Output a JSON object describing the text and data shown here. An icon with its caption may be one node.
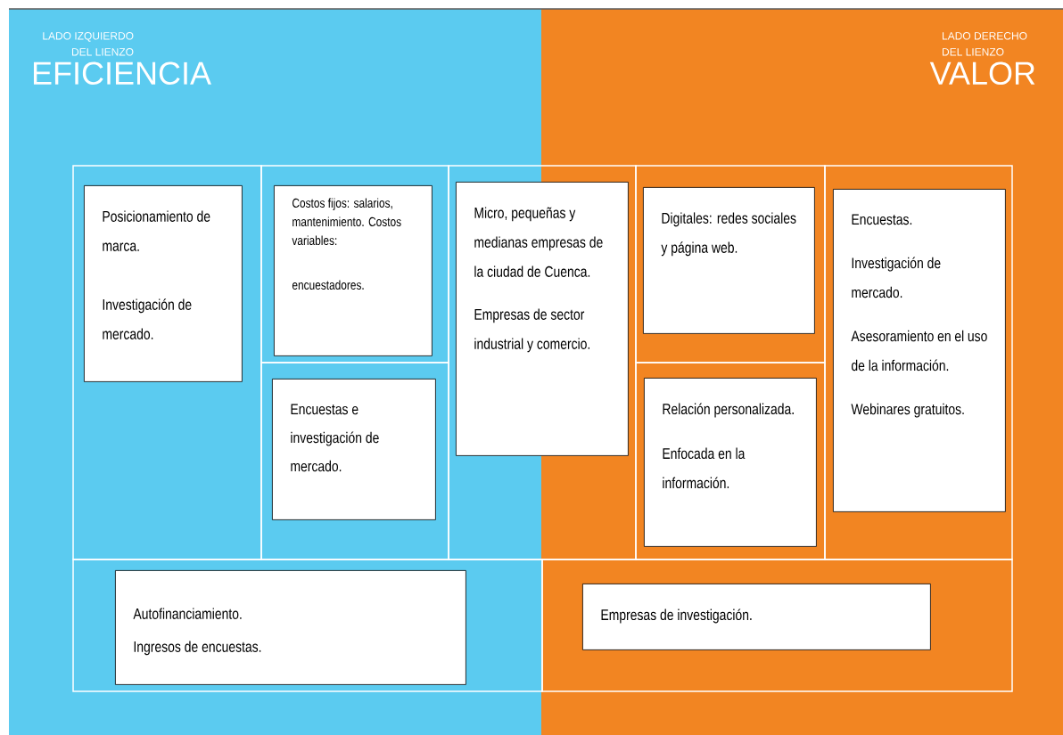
{
  "diagram": {
    "nodes": [
      {
        "text": [
          "LADO IZQUIERDO DEL LIENZO",
          "EFICIENCIA"
        ]
      },
      {
        "text": [
          "LADO DERECHO DEL LIENZO",
          "VALOR"
        ]
      },
      {
        "text": [],
        "shape": "box",
        "in": 0
      },
      {
        "text": [
          "Posicionamiento de marca.",
          "Investigación de mercado."
        ],
        "in": 2
      },
      {
        "text": [],
        "shape": "box",
        "in": 0
      },
      {
        "text": [
          "Costos fijos: salarios, mantenimiento. Costos variables:",
          "encuestadores."
        ],
        "in": 4
      },
      {
        "text": [],
        "shape": "box",
        "in": 0
      },
      {
        "text": [
          "Encuestas e investigación de mercado."
        ],
        "in": 6
      },
      {
        "text": [],
        "shape": "box"
      },
      {
        "text": [
          "Micro, pequeñas y medianas empresas de la ciudad de Cuenca.",
          "Empresas de sector industrial y comercio."
        ],
        "in": 8
      },
      {
        "text": [],
        "shape": "box",
        "in": 1
      },
      {
        "text": [
          "Digitales: redes sociales y página web."
        ],
        "in": 10
      },
      {
        "text": [],
        "shape": "box",
        "in": 1
      },
      {
        "text": [
          "Relación personalizada.",
          "Enfocada en la información."
        ],
        "in": 12
      },
      {
        "text": [],
        "shape": "box",
        "in": 1
      },
      {
        "text": [
          "Encuestas.",
          "Investigación de mercado.",
          "Asesoramiento en el uso de la información.",
          "Webinares gratuitos."
        ],
        "in": 14
      },
      {
        "text": [],
        "shape": "box",
        "in": 0
      },
      {
        "text": [
          "Autofinanciamiento.",
          "Ingresos de encuestas."
        ],
        "in": 16
      },
      {
        "text": [],
        "shape": "box",
        "in": 1
      },
      {
        "text": [
          "Empresas de investigación."
        ],
        "in": 18
      }
    ]
  }
}
